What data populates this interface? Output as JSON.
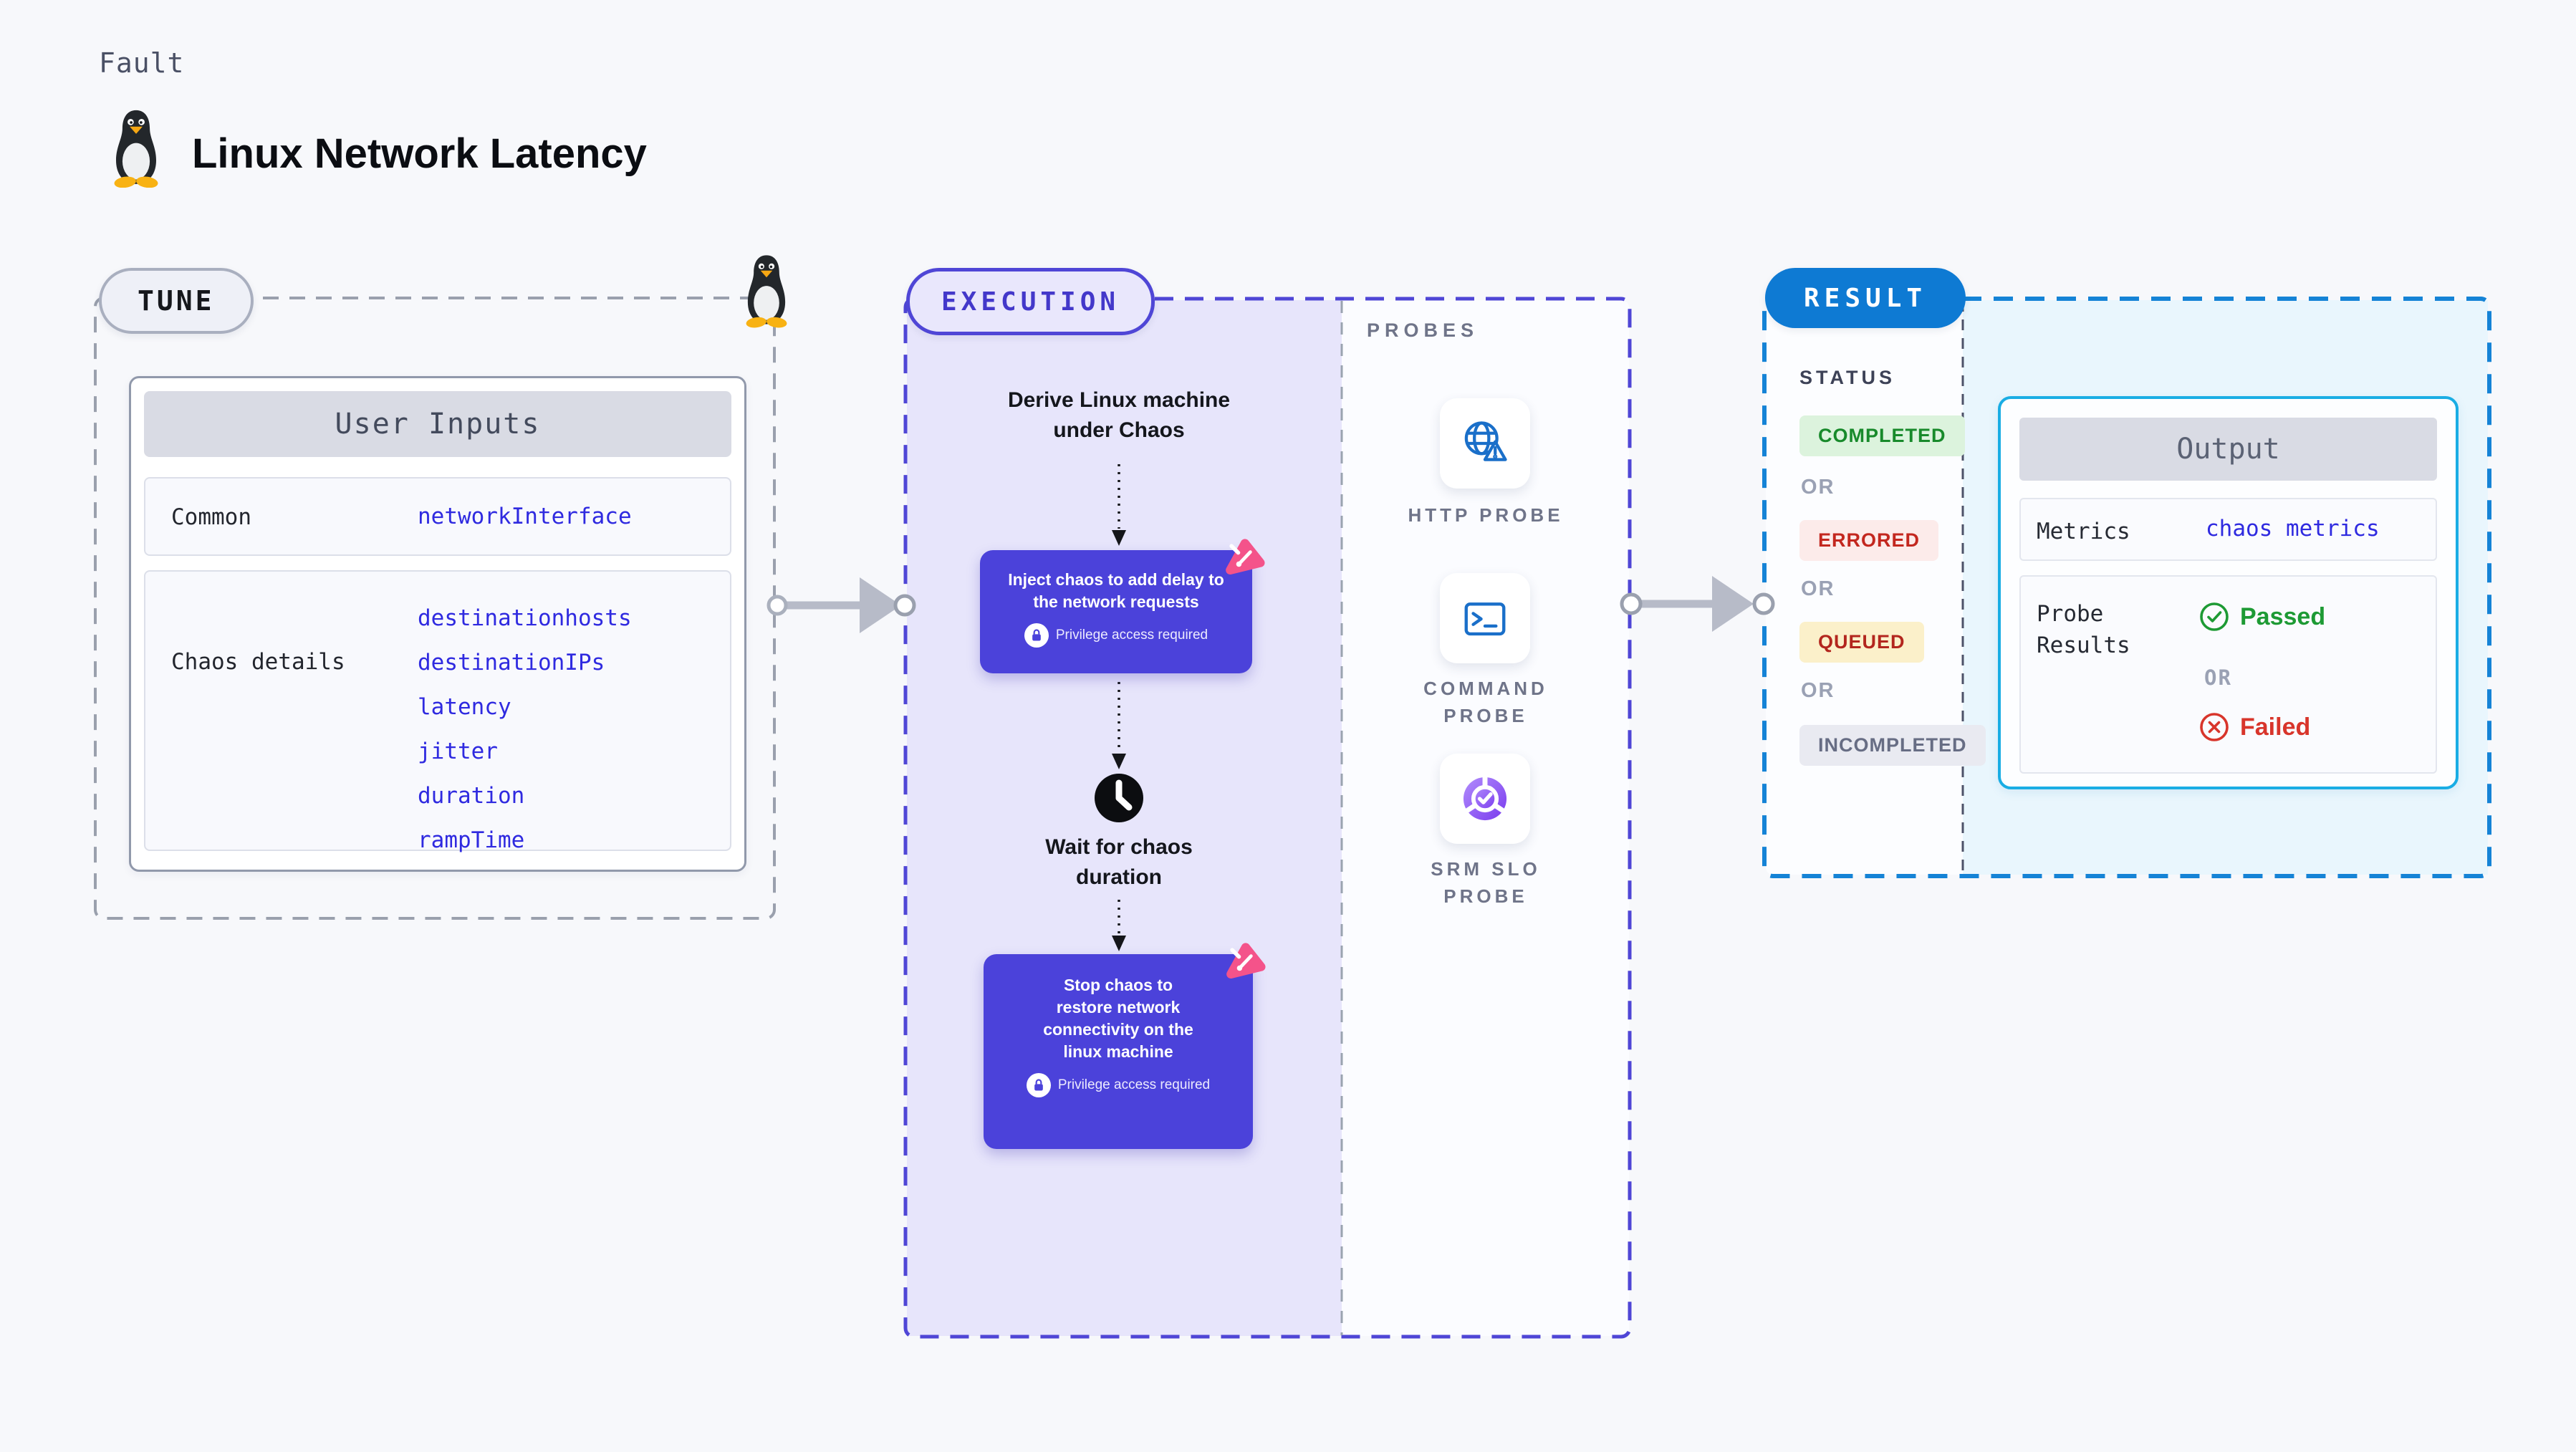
{
  "header": {
    "kicker": "Fault",
    "title": "Linux Network Latency"
  },
  "tune": {
    "pill_label": "TUNE",
    "card_title": "User Inputs",
    "rows": [
      {
        "label": "Common",
        "values": [
          "networkInterface"
        ]
      },
      {
        "label": "Chaos details",
        "values": [
          "destinationhosts",
          "destinationIPs",
          "latency",
          "jitter",
          "duration",
          "rampTime"
        ]
      }
    ]
  },
  "execution": {
    "pill_label": "EXECUTION",
    "derive_lines": [
      "Derive Linux machine",
      "under Chaos"
    ],
    "inject_lines": [
      "Inject chaos to add delay to",
      "the network requests"
    ],
    "privilege_label": "Privilege access required",
    "wait_lines": [
      "Wait for chaos",
      "duration"
    ],
    "stop_lines": [
      "Stop chaos to",
      "restore network",
      "connectivity on the",
      "linux machine"
    ],
    "probes": {
      "heading": "PROBES",
      "items": [
        {
          "icon": "globe-alert-icon",
          "label_lines": [
            "HTTP PROBE",
            ""
          ]
        },
        {
          "icon": "terminal-icon",
          "label_lines": [
            "COMMAND",
            "PROBE"
          ]
        },
        {
          "icon": "slo-donut-icon",
          "label_lines": [
            "SRM SLO",
            "PROBE"
          ]
        }
      ]
    }
  },
  "result": {
    "pill_label": "RESULT",
    "status": {
      "heading": "STATUS",
      "or_label": "OR",
      "badges": [
        {
          "text": "COMPLETED",
          "type": "completed"
        },
        {
          "text": "ERRORED",
          "type": "errored"
        },
        {
          "text": "QUEUED",
          "type": "queued"
        },
        {
          "text": "INCOMPLETED",
          "type": "incompleted"
        }
      ]
    },
    "output": {
      "title": "Output",
      "metrics_label": "Metrics",
      "metrics_value": "chaos metrics",
      "probe_results_lines": [
        "Probe",
        "Results"
      ],
      "passed_label": "Passed",
      "or_label": "OR",
      "failed_label": "Failed"
    }
  },
  "colors": {
    "accent_indigo": "#4f46d6",
    "node_purple": "#4b42da",
    "result_blue": "#0e7ad3",
    "output_border_cyan": "#19ade4",
    "probe_icon_blue": "#1a6fc9",
    "pink_badge": "#f4538a",
    "passed_green": "#1d9a34",
    "failed_red": "#d8352b",
    "value_blue": "#2f2ae0"
  }
}
